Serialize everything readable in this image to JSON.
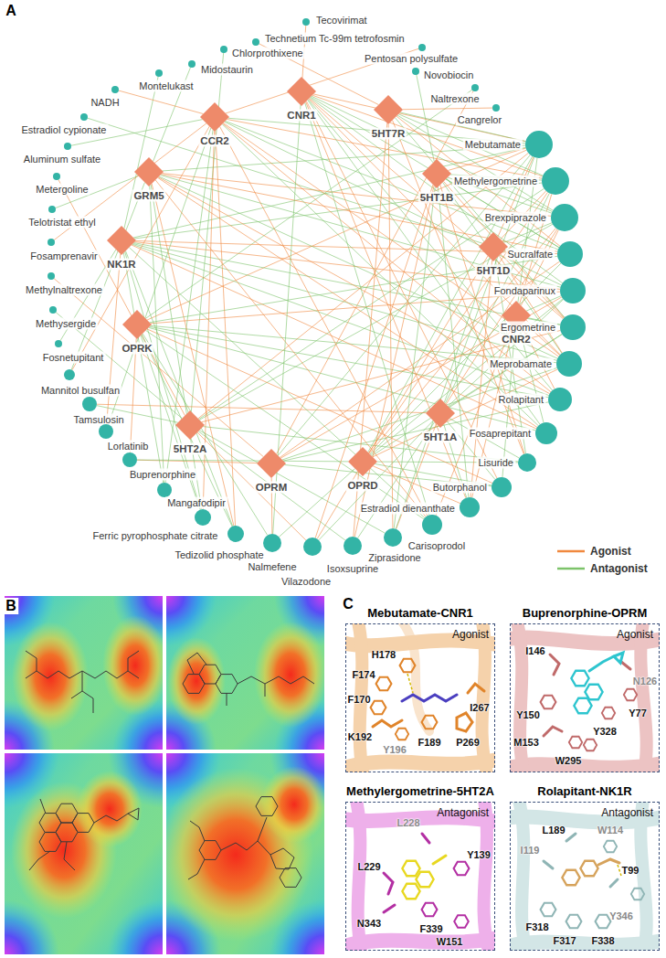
{
  "diagram": {
    "nodes": [
      {
        "text": [
          "CNR1"
        ]
      },
      {
        "text": [
          "5HT7R"
        ]
      },
      {
        "text": [
          "CCR2"
        ]
      },
      {
        "text": [
          "5HT1B"
        ]
      },
      {
        "text": [
          "GRM5"
        ]
      },
      {
        "text": [
          "5HT1D"
        ]
      },
      {
        "text": [
          "NK1R"
        ]
      },
      {
        "text": [
          "CNR2"
        ]
      },
      {
        "text": [
          "OPRK"
        ]
      },
      {
        "text": [
          "5HT1A"
        ]
      },
      {
        "text": [
          "5HT2A"
        ]
      },
      {
        "text": [
          "OPRM"
        ]
      },
      {
        "text": [
          "OPRD"
        ]
      },
      {
        "text": [
          "Tecovirimat"
        ]
      },
      {
        "text": [
          "Technetium Tc-99m tetrofosmin"
        ]
      },
      {
        "text": [
          "Pentosan polysulfate"
        ]
      },
      {
        "text": [
          "Chlorprothixene"
        ]
      },
      {
        "text": [
          "Novobiocin"
        ]
      },
      {
        "text": [
          "Midostaurin"
        ]
      },
      {
        "text": [
          "Naltrexone"
        ]
      },
      {
        "text": [
          "Montelukast"
        ]
      },
      {
        "text": [
          "Cangrelor"
        ]
      },
      {
        "text": [
          "NADH"
        ]
      },
      {
        "text": [
          "Mebutamate"
        ]
      },
      {
        "text": [
          "Estradiol cypionate"
        ]
      },
      {
        "text": [
          "Methylergometrine"
        ]
      },
      {
        "text": [
          "Aluminum sulfate"
        ]
      },
      {
        "text": [
          "Brexpiprazole"
        ]
      },
      {
        "text": [
          "Metergoline"
        ]
      },
      {
        "text": [
          "Sucralfate"
        ]
      },
      {
        "text": [
          "Telotristat ethyl"
        ]
      },
      {
        "text": [
          "Fondaparinux"
        ]
      },
      {
        "text": [
          "Fosamprenavir"
        ]
      },
      {
        "text": [
          "Ergometrine"
        ]
      },
      {
        "text": [
          "Methylnaltrexone"
        ]
      },
      {
        "text": [
          "Meprobamate"
        ]
      },
      {
        "text": [
          "Methysergide"
        ]
      },
      {
        "text": [
          "Rolapitant"
        ]
      },
      {
        "text": [
          "Fosnetupitant"
        ]
      },
      {
        "text": [
          "Fosaprepitant"
        ]
      },
      {
        "text": [
          "Mannitol busulfan"
        ]
      },
      {
        "text": [
          "Lisuride"
        ]
      },
      {
        "text": [
          "Tamsulosin"
        ]
      },
      {
        "text": [
          "Butorphanol"
        ]
      },
      {
        "text": [
          "Lorlatinib"
        ]
      },
      {
        "text": [
          "Estradiol dienanthate"
        ]
      },
      {
        "text": [
          "Buprenorphine"
        ]
      },
      {
        "text": [
          "Carisoprodol"
        ]
      },
      {
        "text": [
          "Mangafodipir"
        ]
      },
      {
        "text": [
          "Ziprasidone"
        ]
      },
      {
        "text": [
          "Ferric pyrophosphate citrate"
        ]
      },
      {
        "text": [
          "Isoxsuprine"
        ]
      },
      {
        "text": [
          "Tedizolid phosphate"
        ]
      },
      {
        "text": [
          "Vilazodone"
        ]
      },
      {
        "text": [
          "Nalmefene"
        ]
      },
      {
        "text": [
          "Mebutamate-CNR1",
          "Agonist"
        ]
      },
      {
        "text": [
          "Buprenorphine-OPRM",
          "Agonist"
        ]
      },
      {
        "text": [
          "Methylergometrine-5HT2A",
          "Antagonist"
        ]
      },
      {
        "text": [
          "Rolapitant-NK1R",
          "Antagonist"
        ]
      }
    ],
    "edges": [
      {
        "from": 13,
        "to": 0,
        "arrow": "none"
      },
      {
        "from": 14,
        "to": 1,
        "arrow": "none"
      },
      {
        "from": 15,
        "to": 2,
        "arrow": "none"
      },
      {
        "from": 16,
        "to": 10,
        "arrow": "none"
      },
      {
        "from": 17,
        "to": 3,
        "arrow": "none"
      },
      {
        "from": 18,
        "to": 4,
        "arrow": "none"
      },
      {
        "from": 19,
        "to": 11,
        "arrow": "none"
      },
      {
        "from": 19,
        "to": 8,
        "arrow": "none"
      },
      {
        "from": 20,
        "to": 6,
        "arrow": "none"
      },
      {
        "from": 21,
        "to": 1,
        "arrow": "none"
      },
      {
        "from": 22,
        "to": 2,
        "arrow": "none"
      },
      {
        "from": 23,
        "to": 0,
        "arrow": "none"
      },
      {
        "from": 23,
        "to": 1,
        "arrow": "none"
      },
      {
        "from": 23,
        "to": 2,
        "arrow": "none"
      },
      {
        "from": 23,
        "to": 3,
        "arrow": "none"
      },
      {
        "from": 23,
        "to": 4,
        "arrow": "none"
      },
      {
        "from": 23,
        "to": 5,
        "arrow": "none"
      },
      {
        "from": 23,
        "to": 6,
        "arrow": "none"
      },
      {
        "from": 23,
        "to": 7,
        "arrow": "none"
      },
      {
        "from": 23,
        "to": 8,
        "arrow": "none"
      },
      {
        "from": 23,
        "to": 9,
        "arrow": "none"
      },
      {
        "from": 23,
        "to": 10,
        "arrow": "none"
      },
      {
        "from": 23,
        "to": 11,
        "arrow": "none"
      },
      {
        "from": 23,
        "to": 12,
        "arrow": "none"
      },
      {
        "from": 24,
        "to": 5,
        "arrow": "none"
      },
      {
        "from": 25,
        "to": 0,
        "arrow": "none"
      },
      {
        "from": 25,
        "to": 1,
        "arrow": "none"
      },
      {
        "from": 25,
        "to": 3,
        "arrow": "none"
      },
      {
        "from": 25,
        "to": 5,
        "arrow": "none"
      },
      {
        "from": 25,
        "to": 7,
        "arrow": "none"
      },
      {
        "from": 25,
        "to": 9,
        "arrow": "none"
      },
      {
        "from": 25,
        "to": 10,
        "arrow": "none"
      },
      {
        "from": 25,
        "to": 12,
        "arrow": "none"
      },
      {
        "from": 25,
        "to": 6,
        "arrow": "none"
      },
      {
        "from": 25,
        "to": 2,
        "arrow": "none"
      },
      {
        "from": 26,
        "to": 2,
        "arrow": "none"
      },
      {
        "from": 27,
        "to": 1,
        "arrow": "none"
      },
      {
        "from": 27,
        "to": 3,
        "arrow": "none"
      },
      {
        "from": 27,
        "to": 5,
        "arrow": "none"
      },
      {
        "from": 27,
        "to": 7,
        "arrow": "none"
      },
      {
        "from": 27,
        "to": 9,
        "arrow": "none"
      },
      {
        "from": 27,
        "to": 10,
        "arrow": "none"
      },
      {
        "from": 27,
        "to": 12,
        "arrow": "none"
      },
      {
        "from": 27,
        "to": 4,
        "arrow": "none"
      },
      {
        "from": 27,
        "to": 0,
        "arrow": "none"
      },
      {
        "from": 28,
        "to": 10,
        "arrow": "none"
      },
      {
        "from": 29,
        "to": 0,
        "arrow": "none"
      },
      {
        "from": 29,
        "to": 2,
        "arrow": "none"
      },
      {
        "from": 29,
        "to": 4,
        "arrow": "none"
      },
      {
        "from": 29,
        "to": 6,
        "arrow": "none"
      },
      {
        "from": 29,
        "to": 8,
        "arrow": "none"
      },
      {
        "from": 29,
        "to": 11,
        "arrow": "none"
      },
      {
        "from": 29,
        "to": 12,
        "arrow": "none"
      },
      {
        "from": 29,
        "to": 1,
        "arrow": "none"
      },
      {
        "from": 29,
        "to": 3,
        "arrow": "none"
      },
      {
        "from": 30,
        "to": 4,
        "arrow": "none"
      },
      {
        "from": 31,
        "to": 0,
        "arrow": "none"
      },
      {
        "from": 31,
        "to": 2,
        "arrow": "none"
      },
      {
        "from": 31,
        "to": 4,
        "arrow": "none"
      },
      {
        "from": 31,
        "to": 6,
        "arrow": "none"
      },
      {
        "from": 31,
        "to": 8,
        "arrow": "none"
      },
      {
        "from": 31,
        "to": 11,
        "arrow": "none"
      },
      {
        "from": 31,
        "to": 12,
        "arrow": "none"
      },
      {
        "from": 31,
        "to": 7,
        "arrow": "none"
      },
      {
        "from": 31,
        "to": 9,
        "arrow": "none"
      },
      {
        "from": 32,
        "to": 2,
        "arrow": "none"
      },
      {
        "from": 33,
        "to": 1,
        "arrow": "none"
      },
      {
        "from": 33,
        "to": 3,
        "arrow": "none"
      },
      {
        "from": 33,
        "to": 5,
        "arrow": "none"
      },
      {
        "from": 33,
        "to": 9,
        "arrow": "none"
      },
      {
        "from": 33,
        "to": 10,
        "arrow": "none"
      },
      {
        "from": 33,
        "to": 12,
        "arrow": "none"
      },
      {
        "from": 33,
        "to": 7,
        "arrow": "none"
      },
      {
        "from": 33,
        "to": 0,
        "arrow": "none"
      },
      {
        "from": 33,
        "to": 6,
        "arrow": "none"
      },
      {
        "from": 34,
        "to": 11,
        "arrow": "none"
      },
      {
        "from": 35,
        "to": 0,
        "arrow": "none"
      },
      {
        "from": 35,
        "to": 2,
        "arrow": "none"
      },
      {
        "from": 35,
        "to": 4,
        "arrow": "none"
      },
      {
        "from": 35,
        "to": 6,
        "arrow": "none"
      },
      {
        "from": 35,
        "to": 8,
        "arrow": "none"
      },
      {
        "from": 35,
        "to": 11,
        "arrow": "none"
      },
      {
        "from": 35,
        "to": 12,
        "arrow": "none"
      },
      {
        "from": 35,
        "to": 3,
        "arrow": "none"
      },
      {
        "from": 35,
        "to": 5,
        "arrow": "none"
      },
      {
        "from": 35,
        "to": 7,
        "arrow": "none"
      },
      {
        "from": 36,
        "to": 10,
        "arrow": "none"
      },
      {
        "from": 37,
        "to": 6,
        "arrow": "none"
      },
      {
        "from": 37,
        "to": 2,
        "arrow": "none"
      },
      {
        "from": 37,
        "to": 4,
        "arrow": "none"
      },
      {
        "from": 37,
        "to": 8,
        "arrow": "none"
      },
      {
        "from": 37,
        "to": 0,
        "arrow": "none"
      },
      {
        "from": 37,
        "to": 7,
        "arrow": "none"
      },
      {
        "from": 37,
        "to": 11,
        "arrow": "none"
      },
      {
        "from": 38,
        "to": 6,
        "arrow": "none"
      },
      {
        "from": 39,
        "to": 6,
        "arrow": "none"
      },
      {
        "from": 39,
        "to": 2,
        "arrow": "none"
      },
      {
        "from": 39,
        "to": 4,
        "arrow": "none"
      },
      {
        "from": 39,
        "to": 8,
        "arrow": "none"
      },
      {
        "from": 39,
        "to": 0,
        "arrow": "none"
      },
      {
        "from": 39,
        "to": 7,
        "arrow": "none"
      },
      {
        "from": 40,
        "to": 2,
        "arrow": "none"
      },
      {
        "from": 40,
        "to": 4,
        "arrow": "none"
      },
      {
        "from": 41,
        "to": 9,
        "arrow": "none"
      },
      {
        "from": 41,
        "to": 10,
        "arrow": "none"
      },
      {
        "from": 41,
        "to": 3,
        "arrow": "none"
      },
      {
        "from": 41,
        "to": 5,
        "arrow": "none"
      },
      {
        "from": 41,
        "to": 1,
        "arrow": "none"
      },
      {
        "from": 41,
        "to": 12,
        "arrow": "none"
      },
      {
        "from": 42,
        "to": 9,
        "arrow": "none"
      },
      {
        "from": 42,
        "to": 10,
        "arrow": "none"
      },
      {
        "from": 43,
        "to": 11,
        "arrow": "none"
      },
      {
        "from": 43,
        "to": 8,
        "arrow": "none"
      },
      {
        "from": 43,
        "to": 12,
        "arrow": "none"
      },
      {
        "from": 43,
        "to": 9,
        "arrow": "none"
      },
      {
        "from": 43,
        "to": 0,
        "arrow": "none"
      },
      {
        "from": 43,
        "to": 7,
        "arrow": "none"
      },
      {
        "from": 44,
        "to": 6,
        "arrow": "none"
      },
      {
        "from": 44,
        "to": 2,
        "arrow": "none"
      },
      {
        "from": 45,
        "to": 0,
        "arrow": "none"
      },
      {
        "from": 45,
        "to": 7,
        "arrow": "none"
      },
      {
        "from": 45,
        "to": 9,
        "arrow": "none"
      },
      {
        "from": 45,
        "to": 12,
        "arrow": "none"
      },
      {
        "from": 45,
        "to": 3,
        "arrow": "none"
      },
      {
        "from": 45,
        "to": 5,
        "arrow": "none"
      },
      {
        "from": 46,
        "to": 11,
        "arrow": "none"
      },
      {
        "from": 46,
        "to": 8,
        "arrow": "none"
      },
      {
        "from": 46,
        "to": 12,
        "arrow": "none"
      },
      {
        "from": 47,
        "to": 0,
        "arrow": "none"
      },
      {
        "from": 47,
        "to": 7,
        "arrow": "none"
      },
      {
        "from": 47,
        "to": 2,
        "arrow": "none"
      },
      {
        "from": 47,
        "to": 4,
        "arrow": "none"
      },
      {
        "from": 47,
        "to": 6,
        "arrow": "none"
      },
      {
        "from": 47,
        "to": 8,
        "arrow": "none"
      },
      {
        "from": 48,
        "to": 2,
        "arrow": "none"
      },
      {
        "from": 48,
        "to": 4,
        "arrow": "none"
      },
      {
        "from": 48,
        "to": 6,
        "arrow": "none"
      },
      {
        "from": 49,
        "to": 10,
        "arrow": "none"
      },
      {
        "from": 49,
        "to": 9,
        "arrow": "none"
      },
      {
        "from": 49,
        "to": 3,
        "arrow": "none"
      },
      {
        "from": 49,
        "to": 5,
        "arrow": "none"
      },
      {
        "from": 49,
        "to": 1,
        "arrow": "none"
      },
      {
        "from": 50,
        "to": 2,
        "arrow": "none"
      },
      {
        "from": 50,
        "to": 6,
        "arrow": "none"
      },
      {
        "from": 50,
        "to": 8,
        "arrow": "none"
      },
      {
        "from": 50,
        "to": 4,
        "arrow": "none"
      },
      {
        "from": 51,
        "to": 9,
        "arrow": "none"
      },
      {
        "from": 51,
        "to": 10,
        "arrow": "none"
      },
      {
        "from": 51,
        "to": 3,
        "arrow": "none"
      },
      {
        "from": 51,
        "to": 1,
        "arrow": "none"
      },
      {
        "from": 52,
        "to": 4,
        "arrow": "none"
      },
      {
        "from": 52,
        "to": 6,
        "arrow": "none"
      },
      {
        "from": 52,
        "to": 8,
        "arrow": "none"
      },
      {
        "from": 52,
        "to": 2,
        "arrow": "none"
      },
      {
        "from": 53,
        "to": 9,
        "arrow": "none"
      },
      {
        "from": 53,
        "to": 3,
        "arrow": "none"
      },
      {
        "from": 53,
        "to": 5,
        "arrow": "none"
      },
      {
        "from": 53,
        "to": 10,
        "arrow": "none"
      },
      {
        "from": 54,
        "to": 11,
        "arrow": "none"
      },
      {
        "from": 54,
        "to": 8,
        "arrow": "none"
      },
      {
        "from": 54,
        "to": 12,
        "arrow": "none"
      },
      {
        "from": 54,
        "to": 0,
        "arrow": "none"
      }
    ],
    "labels": [
      "A",
      "B",
      "C",
      "H178",
      "F174",
      "F170",
      "K192",
      "Y196",
      "F189",
      "P269",
      "I267",
      "I146",
      "Y150",
      "M153",
      "W295",
      "Y328",
      "Y77",
      "N126",
      "L228",
      "Y139",
      "L229",
      "N343",
      "F339",
      "W151",
      "L189",
      "W114",
      "I119",
      "T99",
      "F318",
      "F317",
      "F338",
      "Y346"
    ],
    "legend": [
      {
        "text": "Agonist"
      },
      {
        "text": "Antagonist"
      }
    ]
  }
}
